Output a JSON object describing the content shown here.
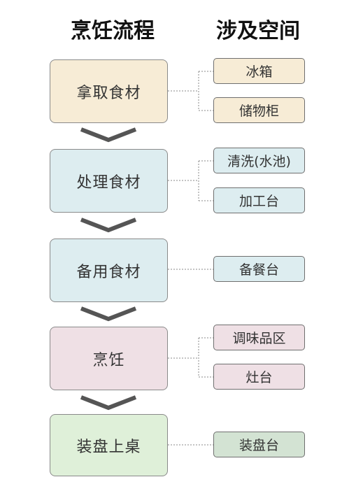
{
  "headings": {
    "process": "烹饪流程",
    "spaces": "涉及空间"
  },
  "colors": {
    "fetch": "#f7ecd6",
    "process": "#ddedf0",
    "cook": "#efe0e5",
    "serve": "#dff0d9",
    "serve_space": "#d3e3d3",
    "chevron": "#555555",
    "connector": "#888888"
  },
  "steps": [
    {
      "label": "拿取食材",
      "spaces": [
        "冰箱",
        "储物柜"
      ]
    },
    {
      "label": "处理食材",
      "spaces": [
        "清洗(水池)",
        "加工台"
      ]
    },
    {
      "label": "备用食材",
      "spaces": [
        "备餐台"
      ]
    },
    {
      "label": "烹饪",
      "spaces": [
        "调味品区",
        "灶台"
      ]
    },
    {
      "label": "装盘上桌",
      "spaces": [
        "装盘台"
      ]
    }
  ]
}
